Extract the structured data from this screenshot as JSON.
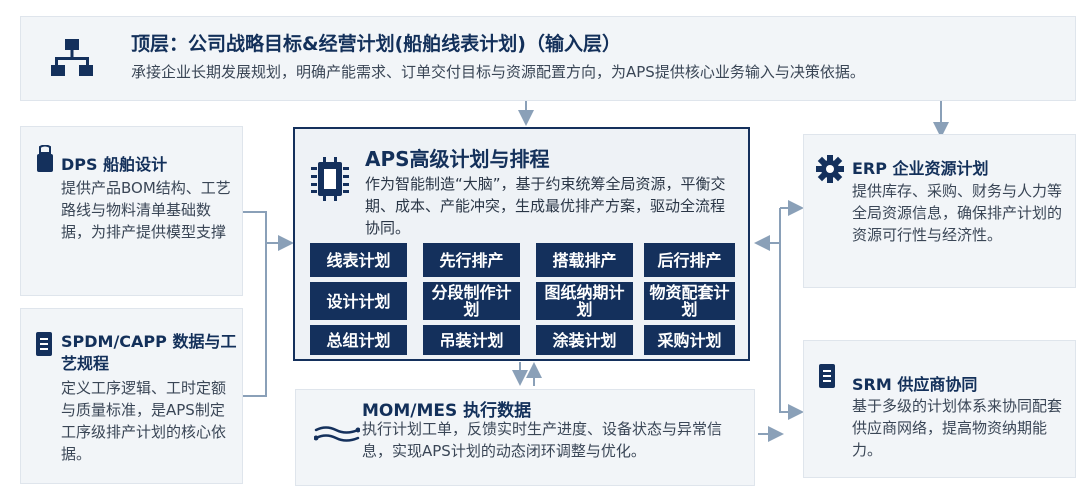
{
  "top": {
    "title": "顶层：公司战略目标&经营计划(船舶线表计划)（输入层）",
    "desc": "承接企业长期发展规划，明确产能需求、订单交付目标与资源配置方向，为APS提供核心业务输入与决策依据。",
    "icon": "sitemap-icon"
  },
  "dps": {
    "title": "DPS 船舶设计",
    "desc": "提供产品BOM结构、工艺路线与物料清单基础数据，为排产提供模型支撑",
    "icon": "ship-design-icon"
  },
  "spdm": {
    "title": "SPDM/CAPP 数据与工艺规程",
    "desc": "定义工序逻辑、工时定额与质量标准，是APS制定工序级排产计划的核心依据。",
    "icon": "document-icon"
  },
  "aps": {
    "title": "APS高级计划与排程",
    "desc": "作为智能制造“大脑”，基于约束统筹全局资源，平衡交期、成本、产能冲突，生成最优排产方案，驱动全流程协同。",
    "icon": "chip-icon",
    "modules": [
      "线表计划",
      "先行排产",
      "搭载排产",
      "后行排产",
      "设计计划",
      "分段制作计划",
      "图纸纳期计划",
      "物资配套计划",
      "总组计划",
      "吊装计划",
      "涂装计划",
      "采购计划"
    ]
  },
  "erp": {
    "title": "ERP 企业资源计划",
    "desc": "提供库存、采购、财务与人力等全局资源信息，确保排产计划的资源可行性与经济性。",
    "icon": "gear-icon"
  },
  "srm": {
    "title": "SRM 供应商协同",
    "desc": "基于多级的计划体系来协同配套供应商网络，提高物资纳期能力。",
    "icon": "document-icon"
  },
  "mom": {
    "title": "MOM/MES 执行数据",
    "desc": "执行计划工单，反馈实时生产进度、设备状态与异常信息，实现APS计划的动态闭环调整与优化。",
    "icon": "data-flow-icon"
  },
  "colors": {
    "navy": "#14305c",
    "panel": "#f2f5f8",
    "arrow": "#8aa0b8"
  }
}
